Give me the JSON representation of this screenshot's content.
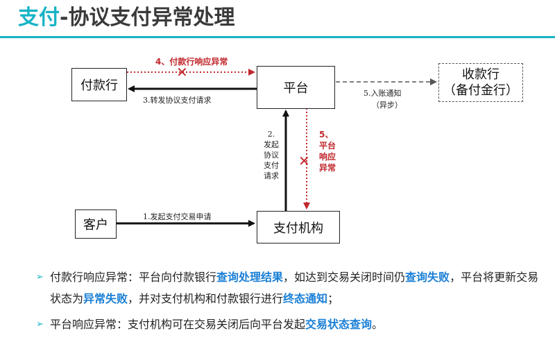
{
  "title": {
    "part1": "支付",
    "part2": "-协议支付异常处理"
  },
  "diagram": {
    "payer_bank": "付款行",
    "platform": "平台",
    "receiver_line1": "收款行",
    "receiver_line2": "（备付金行）",
    "customer": "客户",
    "pay_institution": "支付机构",
    "arrow4": "4、付款行响应异常",
    "arrow3": "3.转发协议支付请求",
    "arrow5_line1": "5.入账通知",
    "arrow5_line2": "（异步）",
    "arrow2_lines": [
      "2.",
      "发起",
      "协议",
      "支付",
      "请求"
    ],
    "arrow5b_lines": [
      "5、",
      "平台",
      "响应",
      "异常"
    ],
    "arrow1": "1.发起支付交易申请",
    "fail_mark": "✕"
  },
  "bullets": {
    "b1": {
      "t1": "付款行响应异常：平台向付款银行",
      "h1": "查询处理结果",
      "t2": "，如达到交易关闭时间仍",
      "h2": "查询失败",
      "t3": "，平台将更新交易状态为",
      "h3": "异常失败",
      "t4": "，并对支付机构和付款银行进行",
      "h4": "终态通知",
      "t5": "；"
    },
    "b2": {
      "t1": "平台响应异常：支付机构可在交易关闭后向平台发起",
      "h1": "交易状态查询",
      "t2": "。"
    },
    "marker": "➢"
  },
  "colors": {
    "accent": "#17b3c6",
    "error": "#c0282d",
    "highlight": "#1a7fd6"
  }
}
